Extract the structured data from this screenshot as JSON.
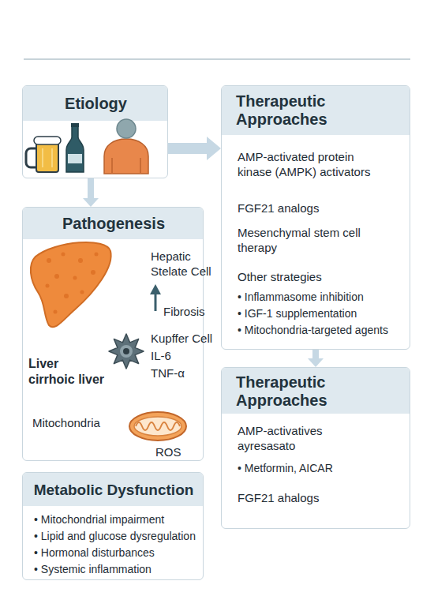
{
  "diagram": {
    "nodes": [
      {
        "text": [
          "Etiology"
        ]
      },
      {
        "text": [
          "Therapeutic Approaches",
          "AMP-activated protein kinase (AMPK) activators",
          "FGF21 analogs",
          "Mesenchymal stem cell therapy",
          "Other strategies",
          "• Inflammasome inhibition",
          "• IGF-1 supplementation",
          "• Mitochondria-targeted agents"
        ]
      },
      {
        "text": [
          "Pathogenesis",
          "Hepatic Stelate Cell",
          "Fibrosis",
          "Liver cirrhoic liver",
          "Kupffer Cell",
          "IL-6",
          "TNF-α",
          "Mitochondria",
          "ROS"
        ]
      },
      {
        "text": [
          "Therapeutic Approaches",
          "AMP-activatives ayresasato",
          "• Metformin, AICAR",
          "FGF21 ahalogs"
        ]
      },
      {
        "text": [
          "Metabolic Dysfunction",
          "• Mitochondrial impairment",
          "• Lipid and glucose dysregulation",
          "• Hormonal disturbances",
          "• Systemic inflammation"
        ]
      }
    ],
    "edges": [
      {
        "from": 0,
        "to": 1,
        "arrow": "to"
      },
      {
        "from": 0,
        "to": 2,
        "arrow": "to"
      },
      {
        "from": 1,
        "to": 3,
        "arrow": "to"
      }
    ]
  }
}
